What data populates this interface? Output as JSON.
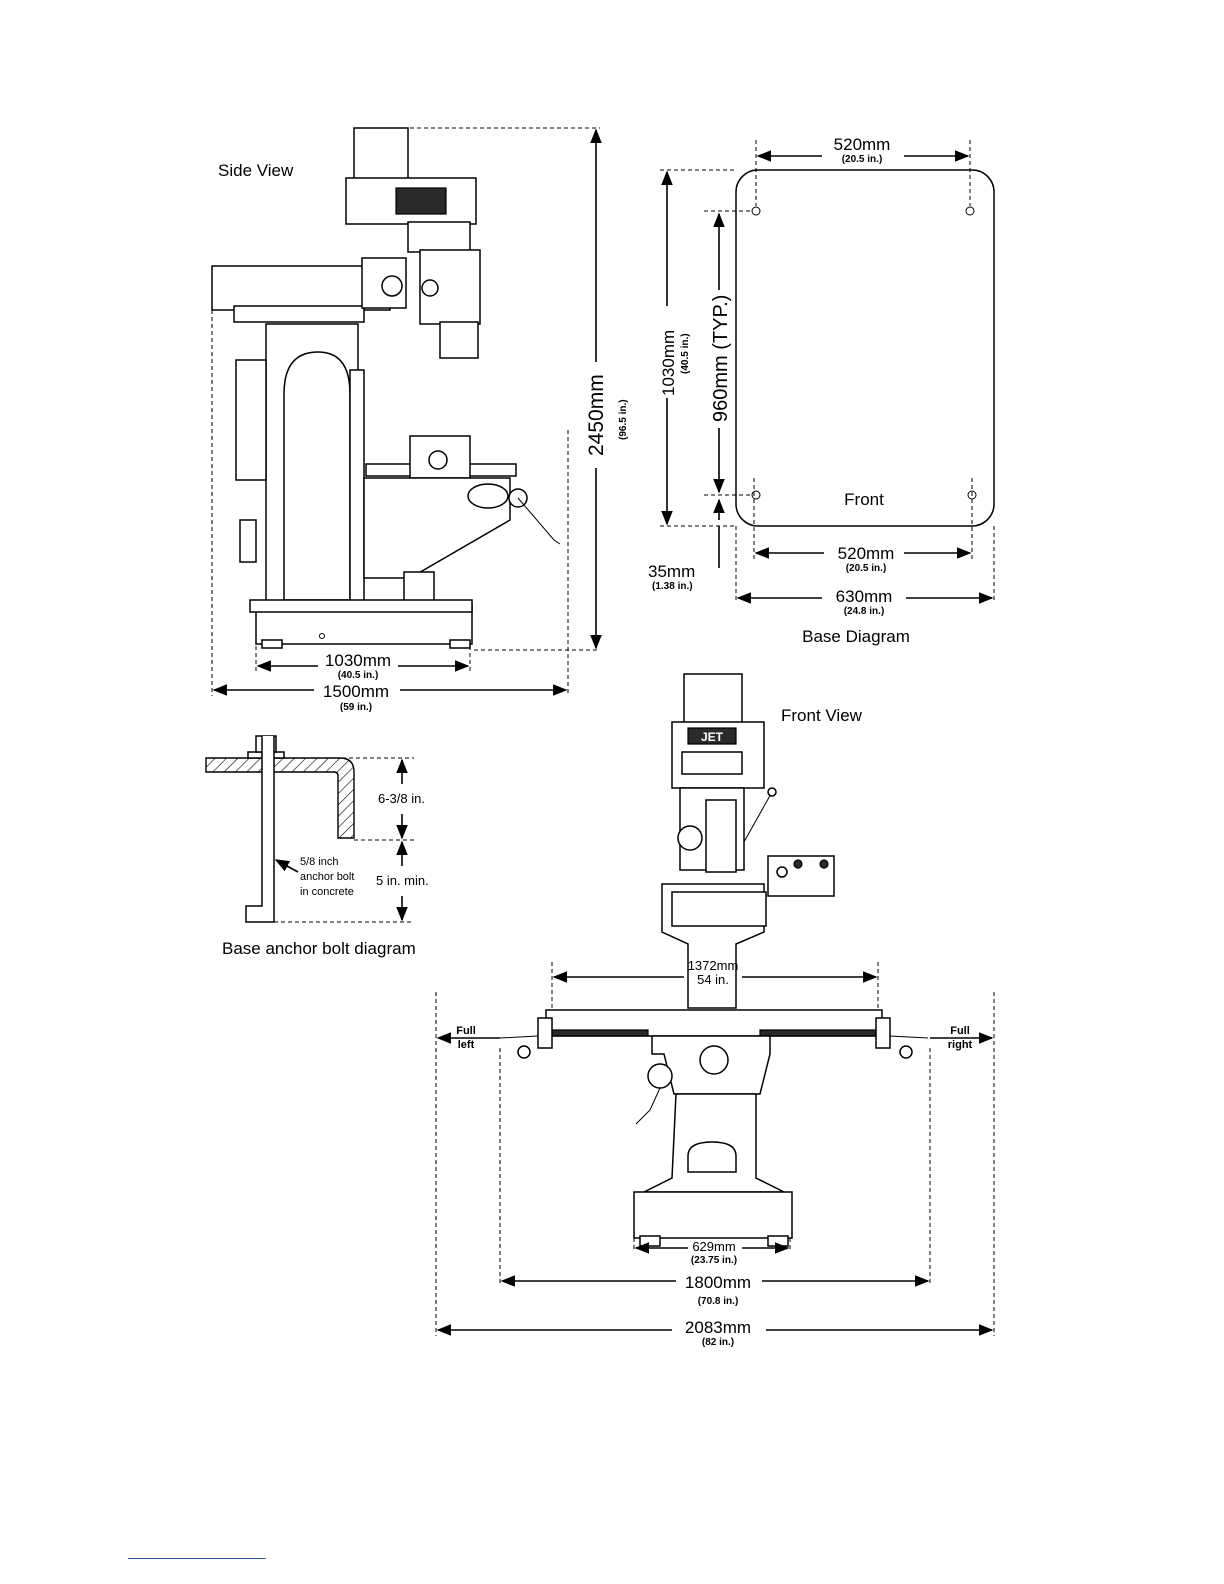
{
  "side_view": {
    "title": "Side View",
    "height_mm": "2450mm",
    "height_in": "(96.5 in.)",
    "base_width_mm": "1030mm",
    "base_width_in": "(40.5 in.)",
    "overall_width_mm": "1500mm",
    "overall_width_in": "(59 in.)"
  },
  "base_diagram": {
    "title": "Base Diagram",
    "front_label": "Front",
    "top_spacing_mm": "520mm",
    "top_spacing_in": "(20.5 in.)",
    "bottom_spacing_mm": "520mm",
    "bottom_spacing_in": "(20.5 in.)",
    "width_mm": "630mm",
    "width_in": "(24.8 in.)",
    "depth_mm": "1030mm",
    "depth_in": "(40.5 in.)",
    "hole_spacing": "960mm (TYP.)",
    "edge_offset_mm": "35mm",
    "edge_offset_in": "(1.38 in.)"
  },
  "anchor_bolt": {
    "title": "Base anchor bolt diagram",
    "depth_top": "6-3/8 in.",
    "depth_min": "5 in. min.",
    "note_line1": "5/8 inch",
    "note_line2": "anchor bolt",
    "note_line3": "in concrete"
  },
  "front_view": {
    "title": "Front View",
    "badge": "JET",
    "table_travel_mm": "1372mm",
    "table_travel_in": "54 in.",
    "full_left_1": "Full",
    "full_left_2": "left",
    "full_right_1": "Full",
    "full_right_2": "right",
    "base_width_mm": "629mm",
    "base_width_in": "(23.75 in.)",
    "mid_width_mm": "1800mm",
    "mid_width_in": "(70.8 in.)",
    "overall_width_mm": "2083mm",
    "overall_width_in": "(82 in.)"
  }
}
